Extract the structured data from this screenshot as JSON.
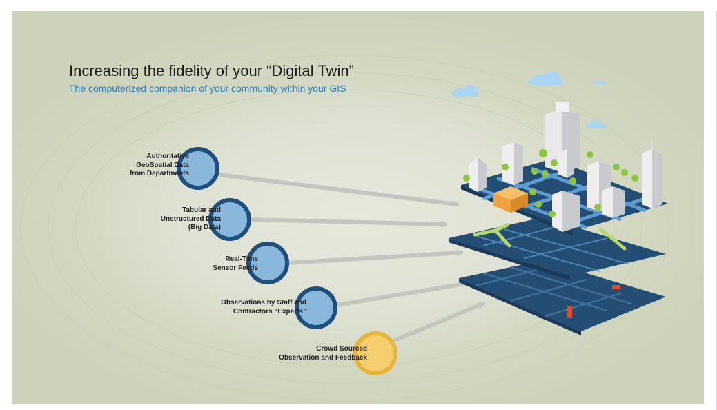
{
  "title": "Increasing the fidelity of your “Digital Twin”",
  "subtitle": "The computerized companion of your community within your GIS",
  "sources": [
    {
      "lines": [
        "Authoritative",
        "GeoSpatial Data",
        "from Departments"
      ],
      "color": "#8ab7dc",
      "ring": "#1f4f7c"
    },
    {
      "lines": [
        "Tabular and",
        "Unstructured Data",
        "(Big Data)"
      ],
      "color": "#8ab7dc",
      "ring": "#1f4f7c"
    },
    {
      "lines": [
        "Real-Time",
        "Sensor Feeds"
      ],
      "color": "#8ab7dc",
      "ring": "#1f4f7c"
    },
    {
      "lines": [
        "Observations by Staff and",
        "Contractors “Experts”"
      ],
      "color": "#8ab7dc",
      "ring": "#1f4f7c"
    },
    {
      "lines": [
        "Crowd Sourced",
        "Observation and Feedback"
      ],
      "color": "#f5cf6e",
      "ring": "#e8b53c"
    }
  ],
  "colors": {
    "map_layer": "#244d74",
    "street": "#5d9cd0",
    "green_road": "#b7d86a",
    "incident": "#e34b2a",
    "highlight_building": "#f0a23e",
    "tree": "#8cc63f",
    "arrow": "#c3c6bd"
  },
  "icons": [
    "cloud-icon",
    "building-icon",
    "tree-icon"
  ]
}
